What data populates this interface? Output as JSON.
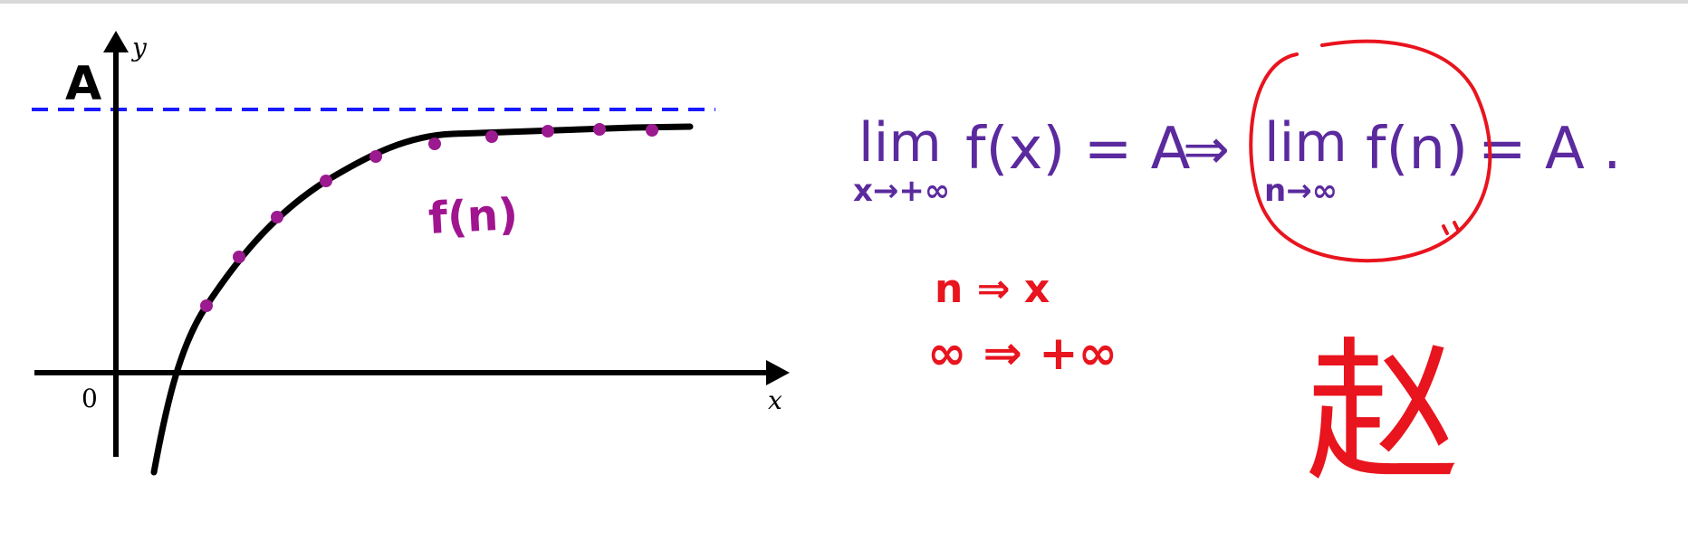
{
  "graph": {
    "y_axis_label": "y",
    "x_axis_label": "x",
    "origin_label": "0",
    "asymptote_label": "A",
    "curve_label": "f(n)"
  },
  "notes": {
    "limit_fx": {
      "lim_word": "lim",
      "lim_subscript": "x→+∞",
      "expression": "f(x) = A"
    },
    "implies": "⇒",
    "limit_fn": {
      "lim_word": "lim",
      "lim_subscript": "n→∞",
      "expression": "f(n)",
      "tail": "= A ."
    },
    "substitution_1": "n ⇒ x",
    "substitution_2": "∞ ⇒ +∞",
    "char_note": "赵"
  },
  "colors": {
    "axis": "#000000",
    "curve": "#000000",
    "asymptote": "#1a1aff",
    "sample_points": "#9b1a8f",
    "curve_label": "#a0158f",
    "ink_purple": "#5b2a9e",
    "ink_red": "#e8141e"
  }
}
